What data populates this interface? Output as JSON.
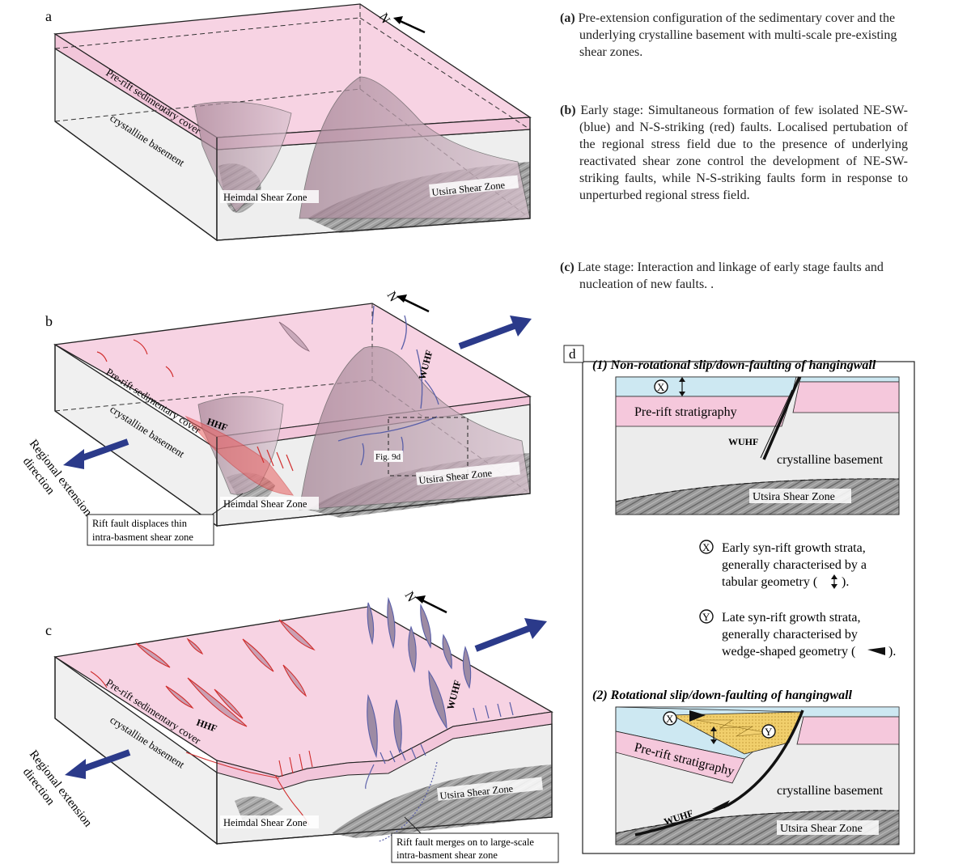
{
  "panels": {
    "a": {
      "letter": "a"
    },
    "b": {
      "letter": "b"
    },
    "c": {
      "letter": "c"
    },
    "d": {
      "letter": "d"
    }
  },
  "captions": {
    "a": {
      "tag": "(a)",
      "text": "Pre-extension configuration of the sedimentary cover and the underlying crystalline basement with multi-scale pre-existing shear zones."
    },
    "b": {
      "tag": "(b)",
      "text": "Early stage: Simultaneous formation of few isolated NE-SW- (blue) and N-S-striking (red) faults. Localised pertubation of the regional stress field due to the presence of underlying reactivated shear zone control the development of NE-SW-striking faults, while N-S-striking faults form in response to unperturbed regional stress field."
    },
    "c": {
      "tag": "(c)",
      "text": "Late stage: Interaction and linkage of early stage faults and nucleation of new faults.   ."
    }
  },
  "block_labels": {
    "north": "N",
    "cover": "Pre-rift sedimentary cover",
    "basement": "crystalline basement",
    "heimdal": "Heimdal Shear Zone",
    "utsira": "Utsira Shear Zone",
    "hhf": "HHF",
    "wuhf": "WUHF",
    "fig9d": "Fig. 9d",
    "extension": [
      "Regional extension",
      "direction"
    ],
    "note_b": [
      "Rift fault displaces thin",
      "intra-basment shear zone"
    ],
    "note_c": [
      "Rift fault merges on to large-scale",
      "intra-basment shear zone"
    ]
  },
  "panel_d": {
    "title1": "(1) Non-rotational slip/down-faulting of hangingwall",
    "title2": "(2) Rotational slip/down-faulting of hangingwall",
    "prerift": "Pre-rift stratigraphy",
    "basement": "crystalline basement",
    "utsira": "Utsira Shear Zone",
    "wuhf": "WUHF",
    "x_symbol": "X",
    "y_symbol": "Y",
    "legend_x": [
      "Early syn-rift growth strata,",
      "generally characterised by a",
      "tabular geometry (",
      ")."
    ],
    "legend_y": [
      "Late syn-rift growth strata,",
      "generally characterised by",
      "wedge-shaped geometry (",
      ")."
    ]
  },
  "colors": {
    "cover_pink": "#f3cfe0",
    "cover_top": "#f7d6e6",
    "basement_grey": "#ececec",
    "rift_red": "#e03a3a",
    "fault_blue": "#5a5fa8",
    "arrow_navy": "#2b3a8a",
    "growth_blue": "#cce8f2",
    "growth_yellow": "#f2d070",
    "shear_grey": "#a9a9a9",
    "mauve": "#9c7b8f"
  }
}
